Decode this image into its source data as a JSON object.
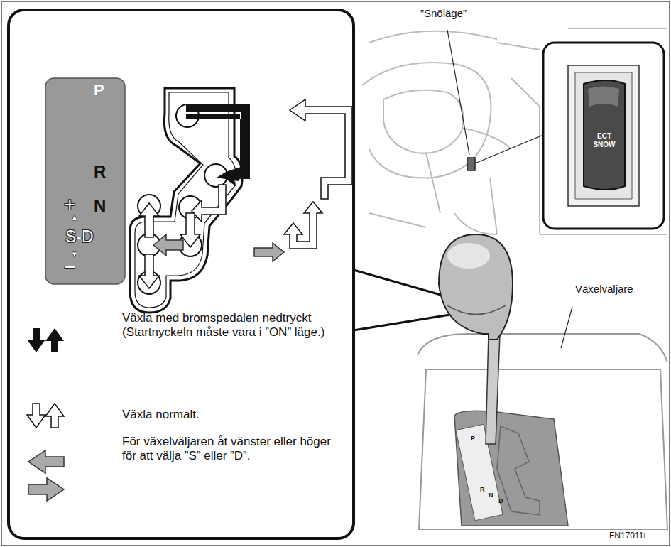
{
  "diagram": {
    "labels": [
      "P",
      "R",
      "N",
      "+",
      "S-D",
      "−",
      "”Snöläge”",
      "ECT SNOW",
      "Växelväljare",
      "P",
      "R",
      "N",
      "D",
      "FN17011t"
    ],
    "legend": [
      {
        "text": "Växla med bromspedalen nedtryckt (Startnyckeln måste vara i ”ON” läge.)"
      },
      {
        "text": "Växla normalt."
      },
      {
        "text": "För växelväljaren åt vänster eller höger för att välja ”S” eller ”D”."
      }
    ]
  }
}
